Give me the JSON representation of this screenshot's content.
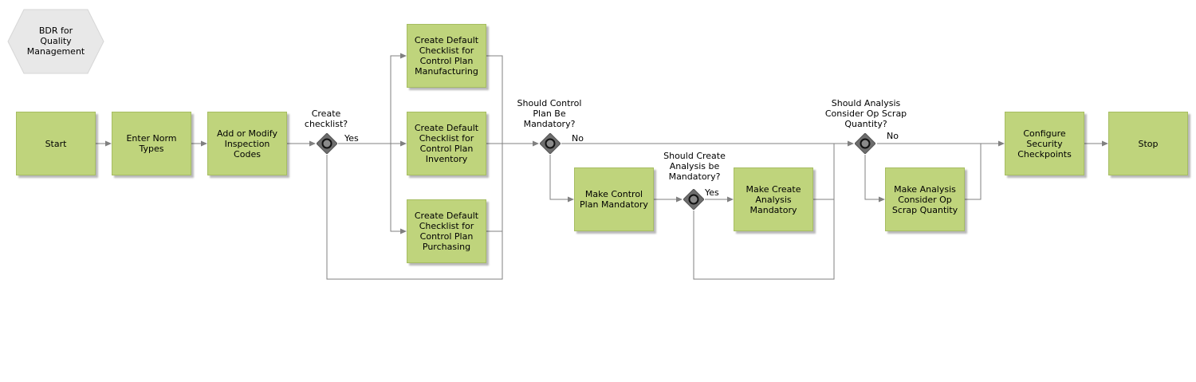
{
  "header": {
    "title": "BDR for\nQuality\nManagement"
  },
  "tasks": {
    "start": "Start",
    "enter_norm_types": "Enter Norm\nTypes",
    "add_modify_codes": "Add or Modify\nInspection\nCodes",
    "checklist_manufacturing": "Create Default\nChecklist for\nControl Plan\nManufacturing",
    "checklist_inventory": "Create Default\nChecklist for\nControl Plan\nInventory",
    "checklist_purchasing": "Create Default\nChecklist for\nControl Plan\nPurchasing",
    "make_control_plan_mandatory": "Make Control\nPlan Mandatory",
    "make_create_analysis_mandatory": "Make Create\nAnalysis\nMandatory",
    "make_analysis_consider_scrap": "Make Analysis\nConsider Op\nScrap Quantity",
    "configure_security": "Configure\nSecurity\nCheckpoints",
    "stop": "Stop"
  },
  "gateways": {
    "create_checklist": "Create\nchecklist?",
    "control_plan_mandatory": "Should Control\nPlan Be\nMandatory?",
    "create_analysis_mandatory": "Should Create\nAnalysis be\nMandatory?",
    "consider_scrap": "Should Analysis\nConsider Op Scrap\nQuantity?"
  },
  "edge_labels": {
    "yes_checklist": "Yes",
    "no_control_plan": "No",
    "yes_analysis": "Yes",
    "no_scrap": "No"
  },
  "colors": {
    "task_fill": "#bfd47c",
    "task_border": "#a6bd62",
    "gateway_fill": "#6e6e6e",
    "connector": "#808080",
    "hexagon_fill": "#e8e8e8"
  }
}
